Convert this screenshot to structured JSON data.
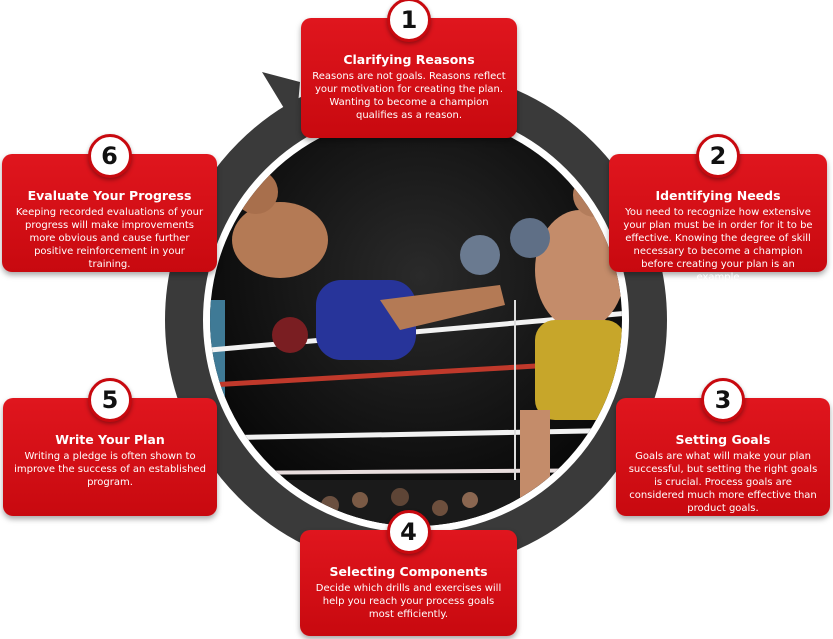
{
  "steps": [
    {
      "number": "1",
      "title": "Clarifying Reasons",
      "text": "Reasons are not goals. Reasons reflect your motivation for creating the plan. Wanting to become a champion qualifies as a reason."
    },
    {
      "number": "2",
      "title": "Identifying Needs",
      "text": "You need to recognize how extensive your plan must be in order for it to be effective. Knowing the degree of skill necessary to become a champion before creating your plan is an example"
    },
    {
      "number": "3",
      "title": "Setting Goals",
      "text": "Goals are what will make your plan successful, but setting the right goals is crucial. Process goals are considered much more effective than product goals."
    },
    {
      "number": "4",
      "title": "Selecting Components",
      "text": "Decide which drills and exercises will help you reach your process goals most efficiently."
    },
    {
      "number": "5",
      "title": "Write Your Plan",
      "text": "Writing a pledge is often shown to improve the success of an established program."
    },
    {
      "number": "6",
      "title": "Evaluate Your Progress",
      "text": "Keeping recorded evaluations of your progress will make improvements more obvious and cause further positive reinforcement in your training."
    }
  ],
  "colors": {
    "card": "#d10f16",
    "ring": "#3a3a3a",
    "badge_border": "#c8090f"
  }
}
